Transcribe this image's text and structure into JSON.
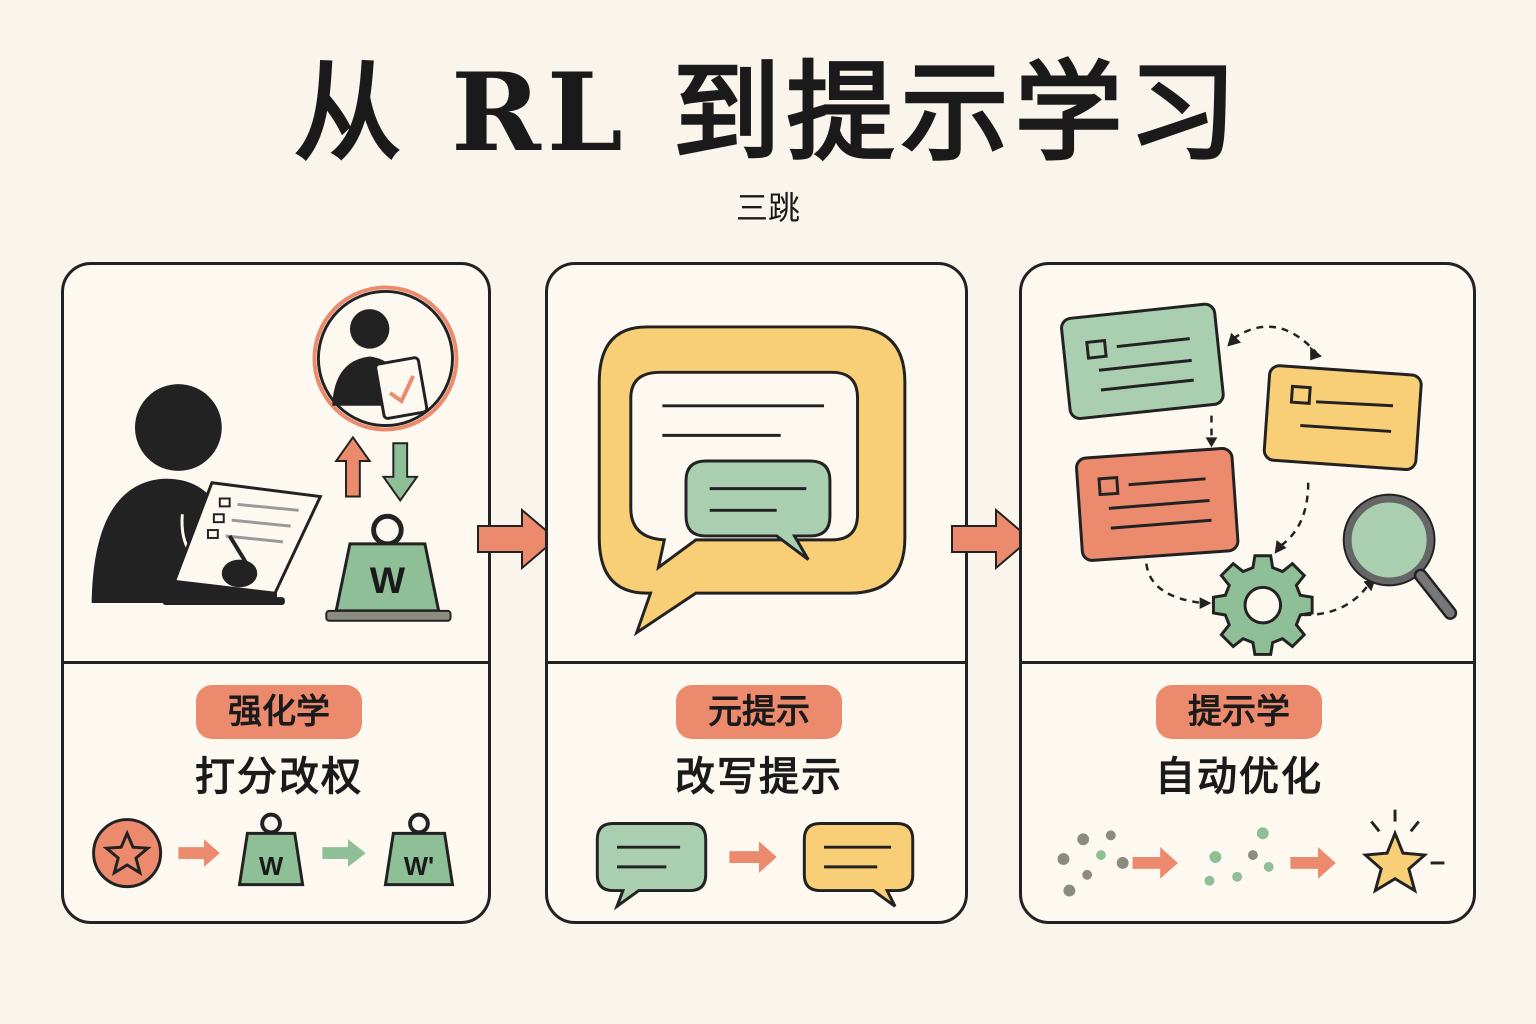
{
  "title": "从 RL 到提示学习",
  "subtitle": "三跳",
  "panels": [
    {
      "tag": "强化学",
      "caption": "打分改权",
      "weight_label": "W",
      "flow_weight_a": "W",
      "flow_weight_b": "W'"
    },
    {
      "tag": "元提示",
      "caption": "改写提示"
    },
    {
      "tag": "提示学",
      "caption": "自动优化"
    }
  ],
  "icons": [
    "person-writing-icon",
    "reviewer-icon",
    "weight-icon",
    "chat-bubble-icon",
    "card-icon",
    "gear-icon",
    "magnifier-icon",
    "star-icon",
    "arrow-right-icon"
  ],
  "colors": {
    "coral": "#ec8a6d",
    "sage": "#a9cfb0",
    "sand": "#f8cf77",
    "ink": "#222222",
    "bg": "#faf5ec"
  }
}
